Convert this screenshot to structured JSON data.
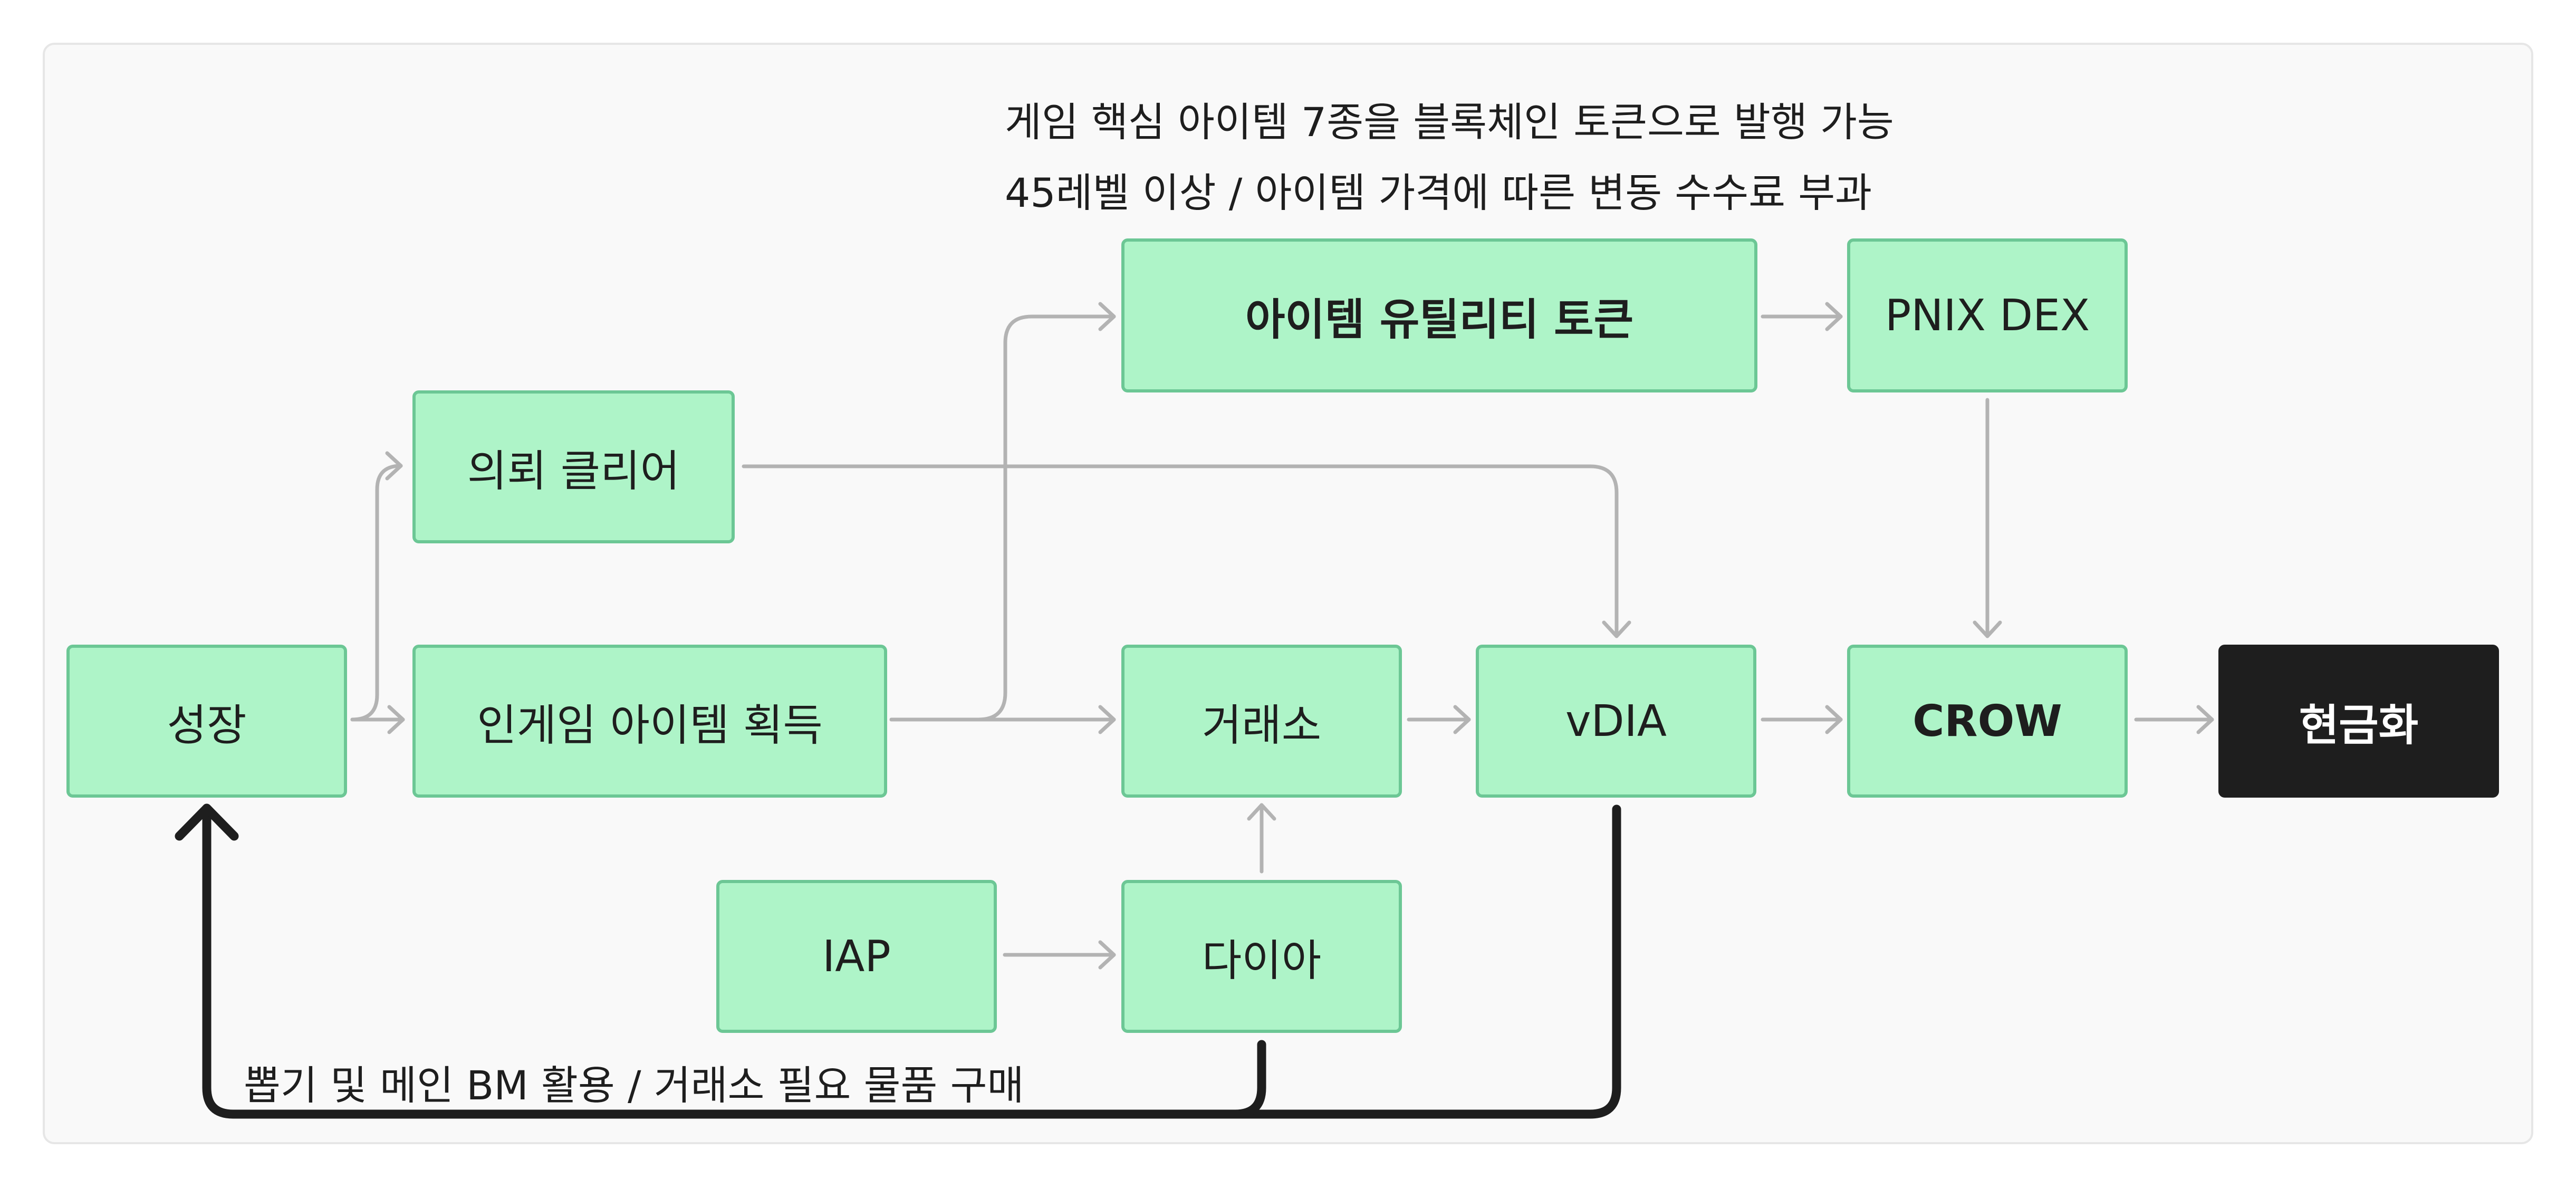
{
  "nodes": {
    "growth": "성장",
    "quest_clear": "의뢰 클리어",
    "ingame_item_acquire": "인게임 아이템 획득",
    "item_utility_token": "아이템 유틸리티 토큰",
    "pnix_dex": "PNIX DEX",
    "exchange": "거래소",
    "vdia": "vDIA",
    "crow": "CROW",
    "cash_out": "현금화",
    "iap": "IAP",
    "dia": "다이아"
  },
  "annotations": {
    "token_line1": "게임 핵심 아이템 7종을 블록체인 토큰으로 발행 가능",
    "token_line2": "45레벨 이상 / 아이템 가격에 따른 변동 수수료 부과",
    "bottom": "뽑기 및 메인 BM 활용 / 거래소 필요 물품 구매"
  },
  "colors": {
    "node_fill": "#aef4c8",
    "node_border": "#6cc795",
    "terminal_fill": "#1e1e1e",
    "connector": "#b3b3b3",
    "loop_arrow": "#1e1e1e"
  }
}
